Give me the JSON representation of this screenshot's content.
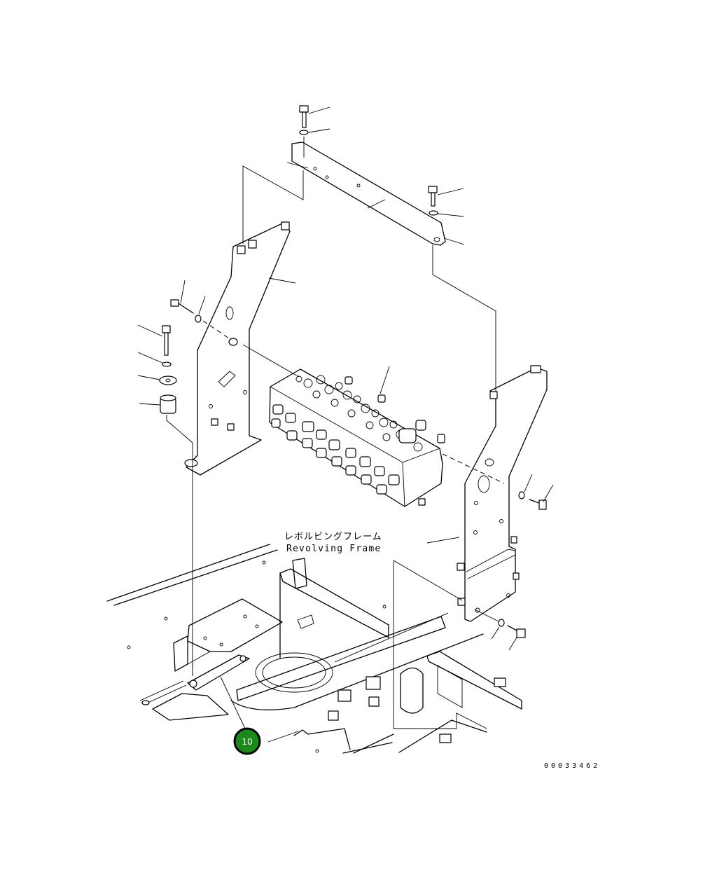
{
  "diagram": {
    "frame_label_jp": "レボルビングフレーム",
    "frame_label_en": "Revolving Frame",
    "drawing_number": "00033462",
    "callout": {
      "label": "10",
      "color": "#1a8a1a"
    }
  }
}
